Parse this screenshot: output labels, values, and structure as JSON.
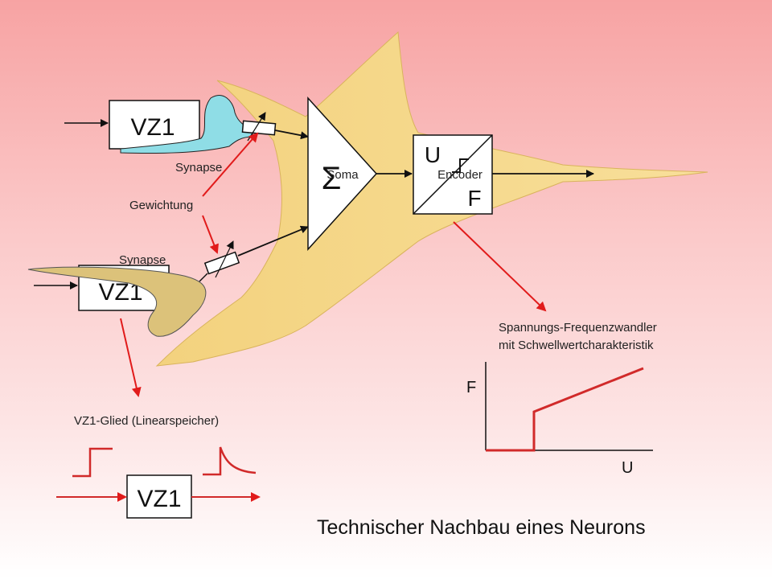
{
  "vz1_top": "VZ1",
  "vz1_bottom": "VZ1",
  "vz1_lower": "VZ1",
  "synapse_top": "Synapse",
  "synapse_bottom": "Synapse",
  "gewichtung": "Gewichtung",
  "soma": "Soma",
  "sigma": "Σ",
  "encoder": "Encoder",
  "encoder_u": "U",
  "encoder_f": "F",
  "converter_line1": "Spannungs-Frequenzwandler",
  "converter_line2": "mit Schwellwertcharakteristik",
  "graph_y": "F",
  "graph_x": "U",
  "vz1_glied": "VZ1-Glied  (Linearspeicher)",
  "title": "Technischer Nachbau eines Neurons",
  "colors": {
    "dendrite": "#f0cf7a",
    "synapse_top": "#8fdde6",
    "synapse_bottom": "#dcc27a",
    "arrow_red": "#e11b1b",
    "curve_red": "#d12a2a"
  }
}
